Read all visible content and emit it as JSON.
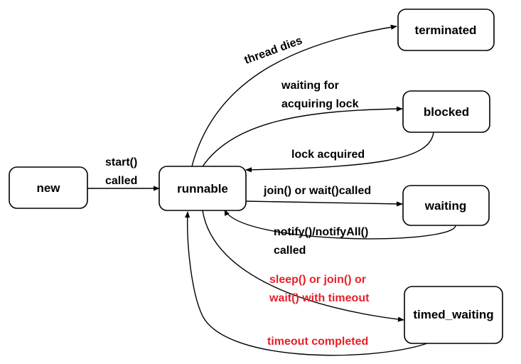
{
  "states": {
    "new": "new",
    "runnable": "runnable",
    "terminated": "terminated",
    "blocked": "blocked",
    "waiting": "waiting",
    "timed_waiting": "timed_waiting"
  },
  "transitions": {
    "start_line1": "start()",
    "start_line2": "called",
    "thread_dies": "thread dies",
    "waiting_lock_line1": "waiting for",
    "waiting_lock_line2": "acquiring lock",
    "lock_acquired": "lock acquired",
    "join_wait": "join() or wait()called",
    "notify_line1": "notify()/notifyAll()",
    "notify_line2": "called",
    "sleep_line1": "sleep() or join() or",
    "sleep_line2": "wait() with timeout",
    "timeout_completed": "timeout completed"
  },
  "colors": {
    "line": "#000000",
    "highlight_text": "#e8202a"
  }
}
